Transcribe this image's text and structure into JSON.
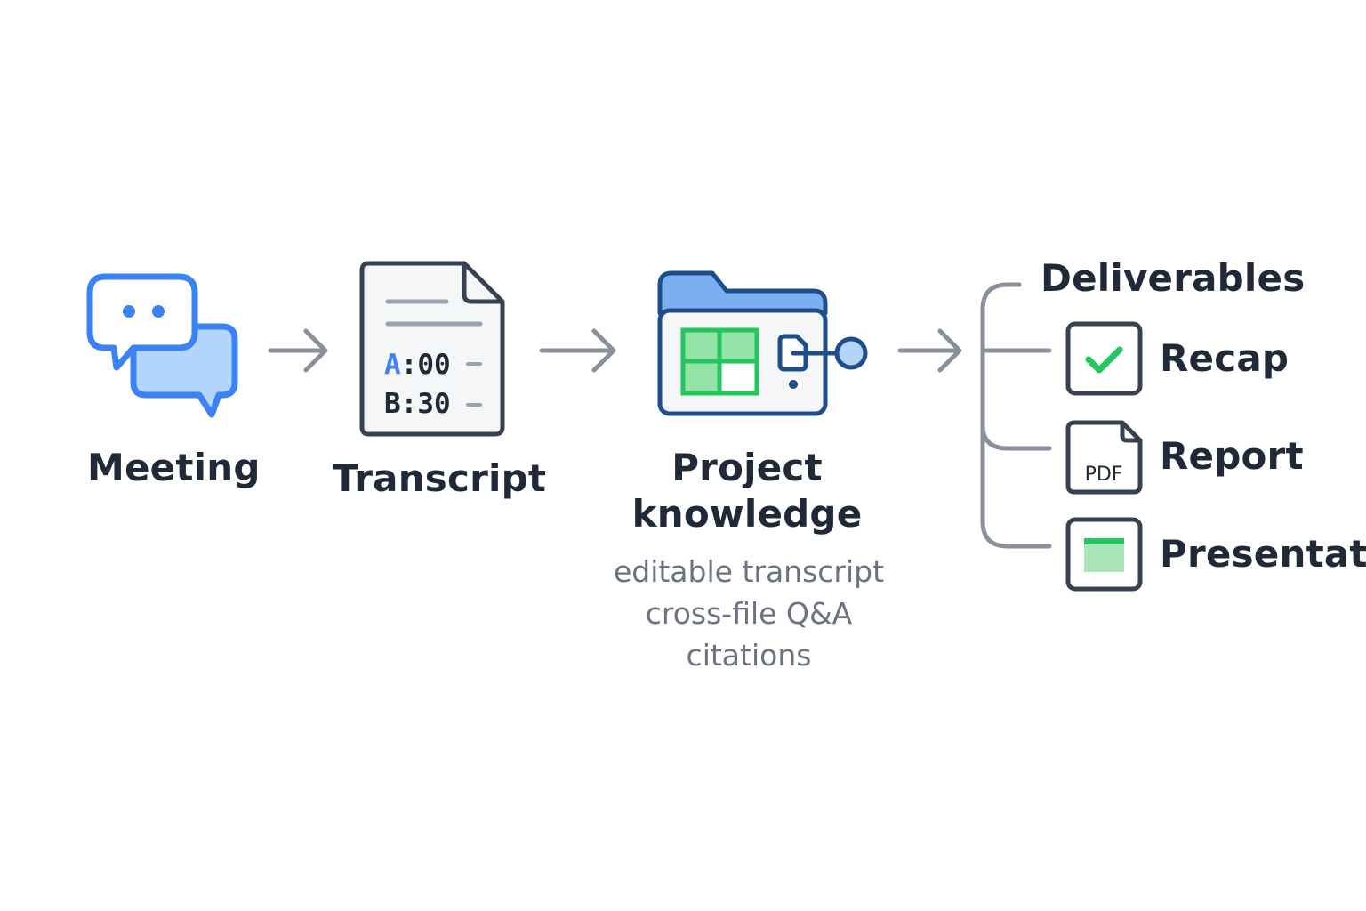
{
  "stages": {
    "meeting": {
      "label": "Meeting",
      "icon": "chat-bubbles-icon"
    },
    "transcript": {
      "label": "Transcript",
      "icon": "document-icon",
      "lines": [
        {
          "speaker": "A",
          "time": ":00"
        },
        {
          "speaker": "B",
          "time": ":30"
        }
      ]
    },
    "knowledge": {
      "label_line1": "Project",
      "label_line2": "knowledge",
      "icon": "folder-icon",
      "features": [
        "editable transcript",
        "cross-file Q&A",
        "citations"
      ]
    }
  },
  "deliverables": {
    "title": "Deliverables",
    "items": [
      {
        "label": "Recap",
        "icon": "checkmark-icon"
      },
      {
        "label": "Report",
        "icon": "pdf-file-icon",
        "badge": "PDF"
      },
      {
        "label": "Presentation",
        "icon": "slide-icon"
      }
    ]
  },
  "colors": {
    "text": "#1f2937",
    "muted": "#6b7280",
    "arrow": "#8a9099",
    "blue": "#3b82f6",
    "blue_light": "#b3d4fb",
    "green": "#22c55e",
    "green_light": "#93e2a6",
    "navy": "#1e4d8c"
  }
}
